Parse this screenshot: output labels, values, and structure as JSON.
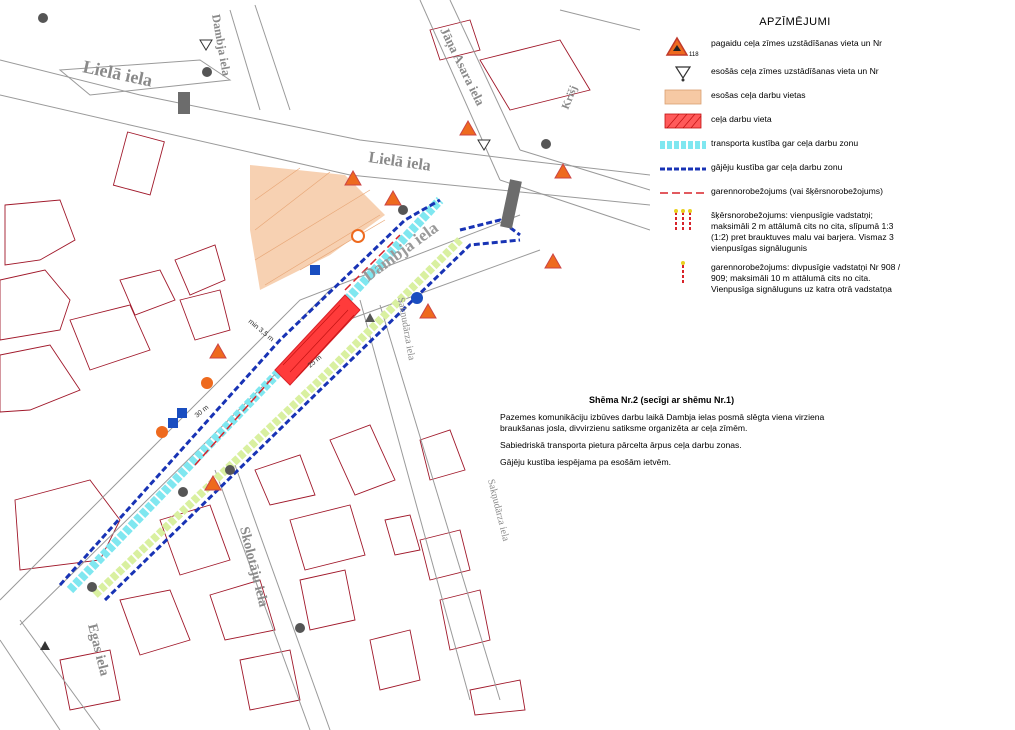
{
  "legend": {
    "title": "APZĪMĒJUMI",
    "sign_number": "118",
    "items": [
      {
        "label": "pagaidu ceļa zīmes uzstādīšanas vieta un Nr"
      },
      {
        "label": "esošās ceļa zīmes uzstādīšanas vieta un Nr"
      },
      {
        "label": "esošas ceļa darbu vietas"
      },
      {
        "label": "ceļa darbu vieta"
      },
      {
        "label": "transporta kustība gar ceļa darbu zonu"
      },
      {
        "label": "gājēju kustība gar ceļa darbu zonu"
      },
      {
        "label": "garennorobežojums (vai šķērsnorobežojums)"
      },
      {
        "label": "šķērsnorobežojums: vienpusīgie vadstatņi; maksimāli 2 m attālumā cits no cita, slīpumā 1:3 (1:2) pret brauktuves malu vai barjera. Vismaz 3 vienpusīgas signālugunis"
      },
      {
        "label": "garennorobežojums: divpusīgie vadstatņi Nr 908 / 909; maksimāli 10 m attālumā cits no cita. Vienpusīga signāluguns uz katra otrā vadstatņa"
      }
    ]
  },
  "scheme": {
    "title": "Shēma Nr.2 (secīgi ar shēmu Nr.1)",
    "paragraphs": [
      "Pazemes komunikāciju izbūves darbu laikā Dambja ielas posmā slēgta viena virziena braukšanas josla, divvirzienu satiksme organizēta ar ceļa zīmēm.",
      "Sabiedriskā transporta pietura pārcelta ārpus ceļa darbu zonas.",
      "Gājēju kustība iespējama pa esošām ietvēm."
    ]
  },
  "map": {
    "streets": {
      "liela_1": "Lielā iela",
      "liela_2": "Lielā iela",
      "dambja_top": "Dambja iela",
      "dambja_main": "Dambja iela",
      "jana_asara": "Jāņa Asara iela",
      "krisj": "Krišj",
      "sakn_1": "Sakņudārza iela",
      "sakn_2": "Sakņudārza iela",
      "skolotaju": "Skolotāju iela",
      "egas": "Egas iela"
    },
    "dims": {
      "a": "min 3,5 m",
      "b": "30 m",
      "c": "25 m"
    }
  },
  "colors": {
    "work_site": "#ff3b3b",
    "existing_work": "#f6c9a4",
    "traffic": "#7fe7f0",
    "traffic_alt": "#d9f0a0",
    "pedestrian": "#1833b5",
    "barrier": "#d8232a",
    "roads": "#9a9a9a",
    "buildings": "#a0182a"
  }
}
